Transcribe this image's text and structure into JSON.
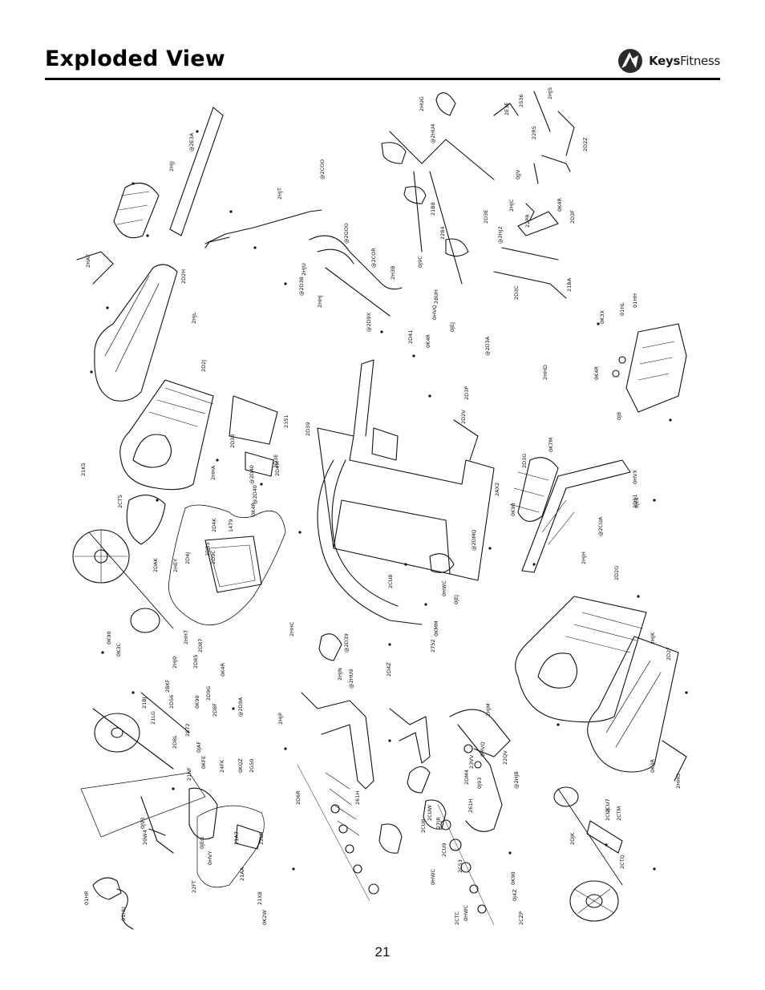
{
  "header": {
    "title": "Exploded View",
    "brand": {
      "name_bold": "Keys",
      "name_rest": "Fitness",
      "logo_icon": "keys-fitness-logo-icon"
    }
  },
  "diagram": {
    "part_labels": [
      "2HUG",
      "@2HU4",
      "2E3E",
      "2536",
      "2HJS",
      "22RS",
      "2D2Z",
      "0JJV",
      "@2E3A",
      "2HJJ",
      "2HJT",
      "@2COO",
      "2HJC",
      "21B8",
      "2284",
      "2D3E",
      "@2HJ2",
      "22PR",
      "0K4R",
      "2D3F",
      "@2GOO",
      "2HJU",
      "@2COR",
      "2H3B",
      "0J9C",
      "28UH",
      "0HVQ",
      "2D3C",
      "21BA",
      "0JEJ",
      "2HAF",
      "2D2H",
      "2HJL",
      "2HHJ",
      "@2D38",
      "@2D9X",
      "2D41",
      "0K4R",
      "0K3X",
      "01HL",
      "01HH",
      "0K4R",
      "0J8",
      "2D2J",
      "2D38",
      "2351",
      "@2D40",
      "2D3E",
      "2D39",
      "@2D3A",
      "2HHD",
      "2D3P",
      "2D2V",
      "21K5",
      "2CT5",
      "2HHA",
      "@2D40",
      "2D4M",
      "0K7M",
      "2D3G",
      "2AX2",
      "0K90",
      "@2DMQ",
      "0HVX",
      "2D51",
      "0JEE",
      "2D4K",
      "1479",
      "2DAK",
      "2D4J",
      "2HEY",
      "2DB5",
      "2D9C",
      "0K4R",
      "@2CUA",
      "2HJH",
      "2CU8",
      "0HWC",
      "0JEJ",
      "0KMM",
      "2752",
      "2D2G",
      "2HJK",
      "2D2F",
      "0K90",
      "0K3C",
      "2HH7",
      "2HJ0",
      "2D85",
      "2D87",
      "0K4R",
      "2HHC",
      "@2D39",
      "2D4Z",
      "21BJ",
      "2BKF",
      "2D56",
      "21LG",
      "0K90",
      "2D9G",
      "2D8F",
      "@2D9A",
      "2HJP",
      "2HJN",
      "@2HU9",
      "2HJM",
      "2D8L",
      "2872",
      "0JAF",
      "0KFE",
      "24FK",
      "0KQZ",
      "2G50",
      "21NF",
      "2CUJ",
      "2CUW",
      "27JR",
      "0HVQ",
      "23VV",
      "2DM4",
      "0J93",
      "22QV",
      "@2HJB",
      "261H",
      "261H",
      "2D6R",
      "0J93",
      "20W4",
      "0JEG",
      "0HVY",
      "21A7",
      "22LR",
      "21AA",
      "22FT",
      "2DJK",
      "2CU7",
      "2CTM",
      "0HWC",
      "2CU8",
      "2CU9",
      "2C53",
      "0K90",
      "0J4Z",
      "0HWC",
      "2CTC",
      "2CZP",
      "2CTQ",
      "0K4R",
      "2HHG",
      "01HR",
      "01HU",
      "21X8",
      "0K2W"
    ]
  },
  "footer": {
    "page_number": "21"
  }
}
